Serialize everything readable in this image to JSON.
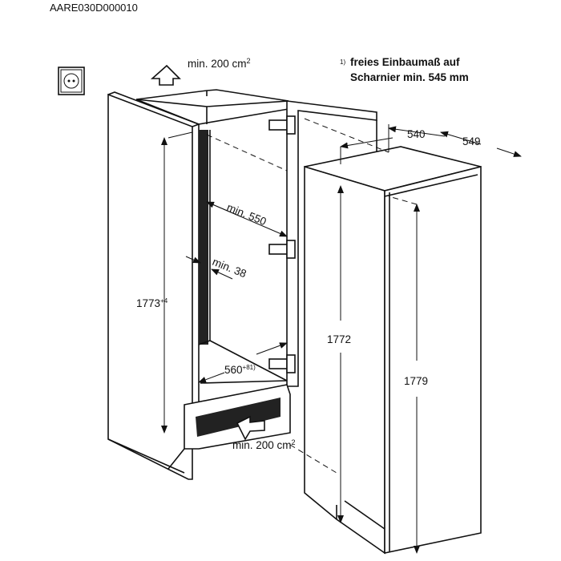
{
  "drawing_id": "AARE030D000010",
  "ventilation_top": {
    "label": "min. 200 cm",
    "sup": "2"
  },
  "ventilation_bottom": {
    "label": "min. 200 cm",
    "sup": "2"
  },
  "footnote": {
    "marker": "1)",
    "line1": "freies Einbaumaß auf",
    "line2": "Scharnier min. 545 mm"
  },
  "dimensions": {
    "niche_height": {
      "value": "1773",
      "tolerance": "+4"
    },
    "niche_width": {
      "value": "560",
      "tolerance": "+8",
      "note": "1)"
    },
    "depth_min": "min. 550",
    "rear_gap": "min. 38",
    "appliance_depth_door": "540",
    "appliance_depth": "549",
    "appliance_height_body": "1772",
    "appliance_height_total": "1779"
  },
  "icons": [
    "power-socket-icon",
    "air-outflow-arrow-icon",
    "air-inflow-arrow-icon",
    "hinge-icon"
  ]
}
